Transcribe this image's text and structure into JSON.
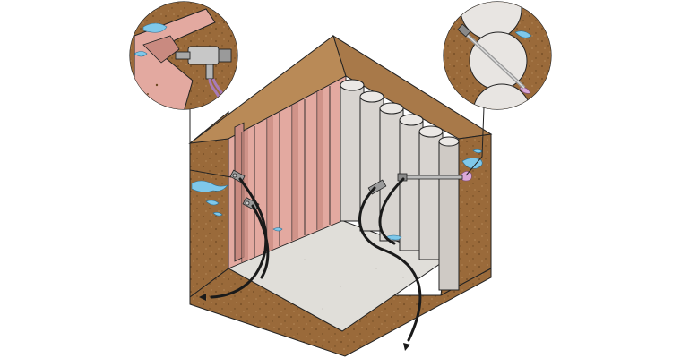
{
  "diagram": {
    "subject": "excavation-pit-injection-sealing",
    "colors": {
      "soil": "#9a6a3a",
      "soil_dark": "#7c5229",
      "soil_top": "#b98a57",
      "sheet_pile": "#e3a9a0",
      "sheet_pile_dark": "#c98a80",
      "bored_pile": "#d8d4d0",
      "bored_pile_dark": "#bdb8b3",
      "floor": "#e0ded9",
      "water": "#7fc8ea",
      "injection_resin": "#d9a8d8",
      "hose": "#1a1a1a",
      "outline": "#222222"
    },
    "left_detail": {
      "shows": "sheet-pile-interlock-injection-packer"
    },
    "right_detail": {
      "shows": "bored-pile-joint-injection-lance"
    },
    "hose_arrows": 2
  }
}
